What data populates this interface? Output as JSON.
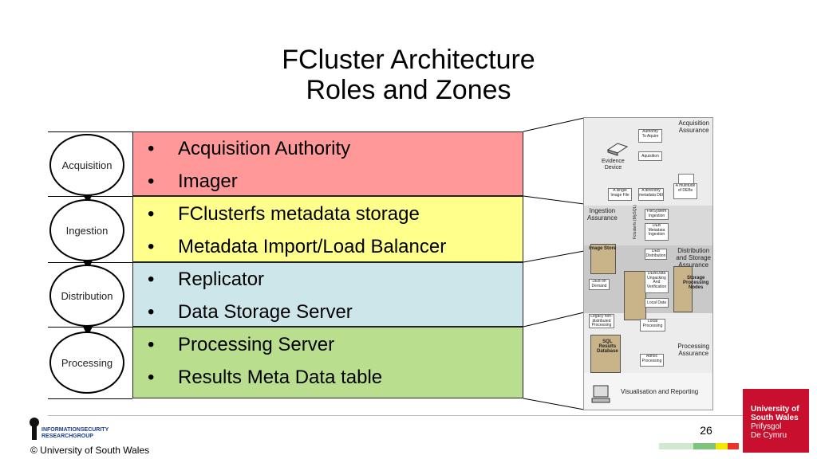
{
  "title": {
    "line1": "FCluster Architecture",
    "line2": "Roles and Zones"
  },
  "roles": [
    "Acquisition",
    "Ingestion",
    "Distribution",
    "Processing"
  ],
  "zones": [
    {
      "color": "#ff9999",
      "bullets": [
        "Acquisition Authority",
        "Imager"
      ]
    },
    {
      "color": "#ffff8c",
      "bullets": [
        "FClusterfs metadata storage",
        "Metadata Import/Load Balancer"
      ]
    },
    {
      "color": "#cde6ea",
      "bullets": [
        "Replicator",
        "Data Storage Server"
      ]
    },
    {
      "color": "#b9df8e",
      "bullets": [
        "Processing Server",
        "Results Meta Data table"
      ]
    }
  ],
  "bullet_glyph": "•",
  "diagram": {
    "zone_labels": {
      "acquisition": "Acquisition\nAssurance",
      "ingestion": "Ingestion\nAssurance",
      "distribution": "Distribution\nand Storage\nAssurance",
      "processing": "Processing\nAssurance"
    },
    "evidence_device": "Evidence\nDevice",
    "authority": "Authority\nTo Aquire",
    "acquisition": "Aquisition",
    "single_image": "A single\nImage File",
    "dir_metadata": "A directory\nmetadata DEB",
    "multitude": "A multitude\nof DEBs",
    "fs_ingestion": "FileSystem\nIngestion",
    "deb_meta_ingestion": "DEB\nMetadata\nIngestion",
    "fclusterfs": "Fclusterfs (MySQL)",
    "image_store": "Image Store",
    "deb_distribution": "DEB\nDistribution",
    "deb_on_demand": "DEB on\nDemand",
    "deb_unpacking": "DEB/Data\nUnpacking\nAnd\nVerification",
    "storage_nodes": "Storage\nProcessing\nNodes",
    "local_data": "Local Data",
    "legacy": "Legacy non-\ndistributed\nProcessing",
    "local_processing": "Local\nProcessing",
    "sql_results": "SQL\nResults\nDatabase",
    "adhoc": "Adhoc\nProcessing",
    "visualisation": "Visualisation and Reporting"
  },
  "footer": {
    "logo_line1": "INFORMATIONSECURITY",
    "logo_line2": "RESEARCHGROUP",
    "copyright": "© University of South Wales",
    "page_number": "26",
    "uni_name1": "University of",
    "uni_name2": "South Wales",
    "uni_name3": "Prifysgol",
    "uni_name4": "De Cymru",
    "bar_colors": [
      "#cfe8d0",
      "#7ec37d",
      "#f3e600",
      "#e8342b"
    ]
  }
}
